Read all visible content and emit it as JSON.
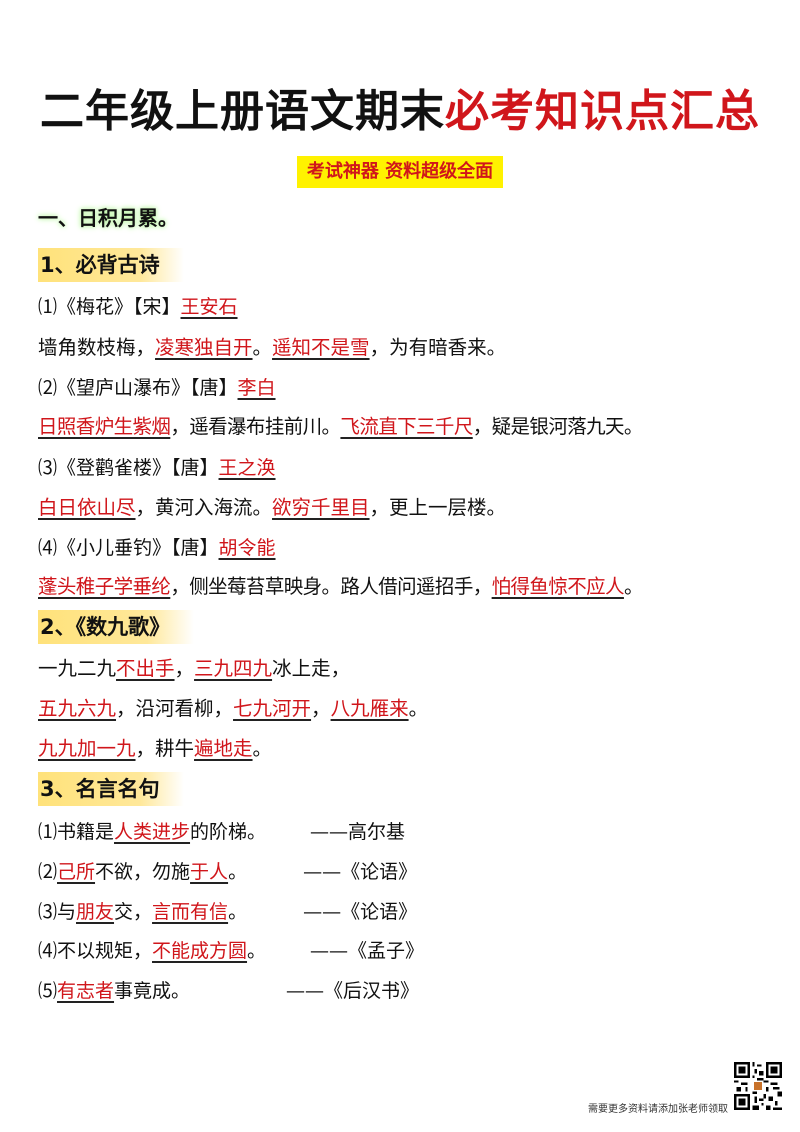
{
  "title": {
    "black": "二年级上册语文期末",
    "red": "必考知识点汇总"
  },
  "subtitle": "考试神器 资料超级全面",
  "section1": "一、日积月累。",
  "h1": "1、必背古诗",
  "poem1": {
    "head": "⑴《梅花》【宋】",
    "author": "王安石"
  },
  "poem1_line": {
    "a": "墙角数枝梅，",
    "b": "凌寒独自开",
    "c": "。",
    "d": "遥知不是雪",
    "e": "，为有暗香来。"
  },
  "poem2": {
    "head": "⑵《望庐山瀑布》【唐】",
    "author": "李白"
  },
  "poem2_line": {
    "a": "日照香炉生紫烟",
    "b": "，遥看瀑布挂前川。",
    "c": "飞流直下三千尺",
    "d": "，疑是银河落九天。"
  },
  "poem3": {
    "head": "⑶《登鹳雀楼》【唐】",
    "author": "王之涣"
  },
  "poem3_line": {
    "a": "白日依山尽",
    "b": "，黄河入海流。",
    "c": "欲穷千里目",
    "d": "，更上一层楼。"
  },
  "poem4": {
    "head": "⑷《小儿垂钓》【唐】",
    "author": "胡令能"
  },
  "poem4_line": {
    "a": "蓬头稚子学垂纶",
    "b": "，侧坐莓苔草映身。路人借问遥招手，",
    "c": "怕得鱼惊不应人",
    "d": "。"
  },
  "h2": "2、《数九歌》",
  "song_l1": {
    "a": "一九二九",
    "b": "不出手",
    "c": "，",
    "d": "三九四九",
    "e": "冰上走，"
  },
  "song_l2": {
    "a": "五九六九",
    "b": "，沿河看柳，",
    "c": "七九河开",
    "d": "，",
    "e": "八九雁来",
    "f": "。"
  },
  "song_l3": {
    "a": "九九加一九",
    "b": "，耕牛",
    "c": "遍地走",
    "d": "。"
  },
  "h3": "3、名言名句",
  "q1": {
    "a": "⑴书籍是",
    "b": "人类进步",
    "c": "的阶梯。",
    "src": "——高尔基"
  },
  "q2": {
    "a": "⑵",
    "b": "己所",
    "c": "不欲，勿施",
    "d": "于人",
    "e": "。",
    "src": "——《论语》"
  },
  "q3": {
    "a": "⑶与",
    "b": "朋友",
    "c": "交，",
    "d": "言而有信",
    "e": "。",
    "src": "——《论语》"
  },
  "q4": {
    "a": "⑷不以规矩，",
    "b": "不能成方圆",
    "c": "。",
    "src": "——《孟子》"
  },
  "q5": {
    "a": "⑸",
    "b": "有志者",
    "c": "事竟成。",
    "src": "——《后汉书》"
  },
  "footer": "需要更多资料请添加张老师领取",
  "colors": {
    "red": "#d0161b",
    "yellow": "#fff200",
    "highlight": "#ffe27a"
  },
  "icons": [
    "qr-code-icon"
  ]
}
